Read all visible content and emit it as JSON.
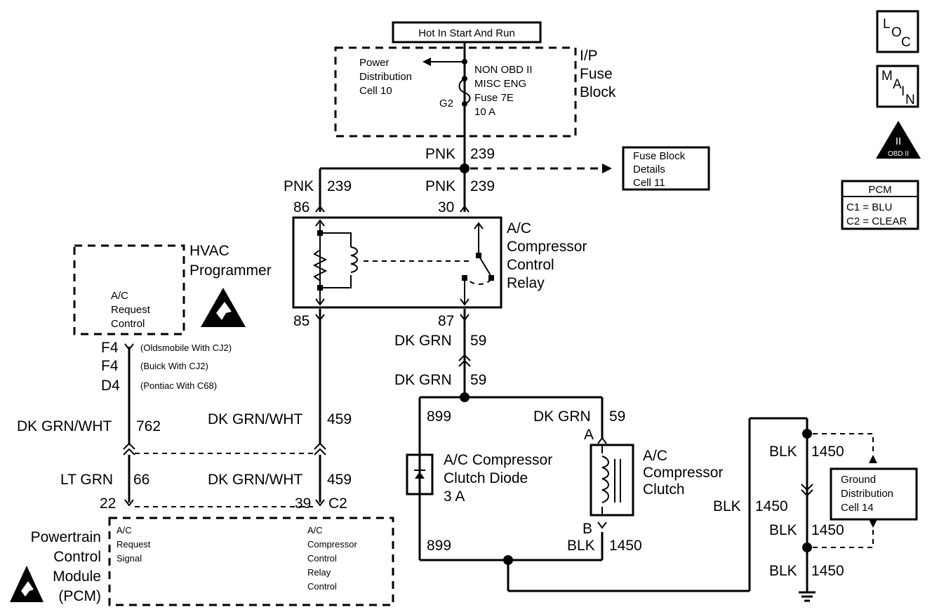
{
  "header": {
    "power_source": "Hot In Start And Run"
  },
  "fuse_block": {
    "name_line1": "I/P",
    "name_line2": "Fuse",
    "name_line3": "Block",
    "power_dist_line1": "Power",
    "power_dist_line2": "Distribution",
    "power_dist_line3": "Cell 10",
    "fuse_line1": "NON OBD II",
    "fuse_line2": "MISC ENG",
    "fuse_line3": "Fuse 7E",
    "fuse_line4": "10 A",
    "terminal": "G2"
  },
  "fuse_details": {
    "line1": "Fuse Block",
    "line2": "Details",
    "line3": "Cell 11"
  },
  "wires": {
    "pnk": "PNK",
    "n239": "239",
    "dkgrn": "DK GRN",
    "n59": "59",
    "dkgrnwht": "DK GRN/WHT",
    "n459": "459",
    "n762": "762",
    "ltgrn": "LT GRN",
    "n66": "66",
    "n899": "899",
    "blk": "BLK",
    "n1450": "1450"
  },
  "relay": {
    "name_line1": "A/C",
    "name_line2": "Compressor",
    "name_line3": "Control",
    "name_line4": "Relay",
    "pin86": "86",
    "pin30": "30",
    "pin85": "85",
    "pin87": "87"
  },
  "hvac": {
    "name_line1": "HVAC",
    "name_line2": "Programmer",
    "req_line1": "A/C",
    "req_line2": "Request",
    "req_line3": "Control",
    "pin_f4a": "F4",
    "pin_f4b": "F4",
    "pin_d4": "D4",
    "note_olds": "(Oldsmobile With CJ2)",
    "note_buick": "(Buick With CJ2)",
    "note_pontiac": "(Pontiac With C68)"
  },
  "pcm": {
    "name_line1": "Powertrain",
    "name_line2": "Control",
    "name_line3": "Module",
    "name_line4": "(PCM)",
    "pin22": "22",
    "pin39": "39",
    "conn_c2": "C2",
    "req_line1": "A/C",
    "req_line2": "Request",
    "req_line3": "Signal",
    "ctrl_line1": "A/C",
    "ctrl_line2": "Compressor",
    "ctrl_line3": "Control",
    "ctrl_line4": "Relay",
    "ctrl_line5": "Control"
  },
  "diode": {
    "line1": "A/C Compressor",
    "line2": "Clutch Diode",
    "line3": "3 A"
  },
  "clutch": {
    "line1": "A/C",
    "line2": "Compressor",
    "line3": "Clutch",
    "pin_a": "A",
    "pin_b": "B"
  },
  "ground_dist": {
    "line1": "Ground",
    "line2": "Distribution",
    "line3": "Cell 14"
  },
  "legend": {
    "loc_l": "L",
    "loc_o": "O",
    "loc_c": "C",
    "main_m": "M",
    "main_a": "A",
    "main_i": "I",
    "main_n": "N",
    "obd_roman": "II",
    "obd_text": "OBD II",
    "pcm_title": "PCM",
    "pcm_c1": "C1 = BLU",
    "pcm_c2": "C2 = CLEAR"
  }
}
